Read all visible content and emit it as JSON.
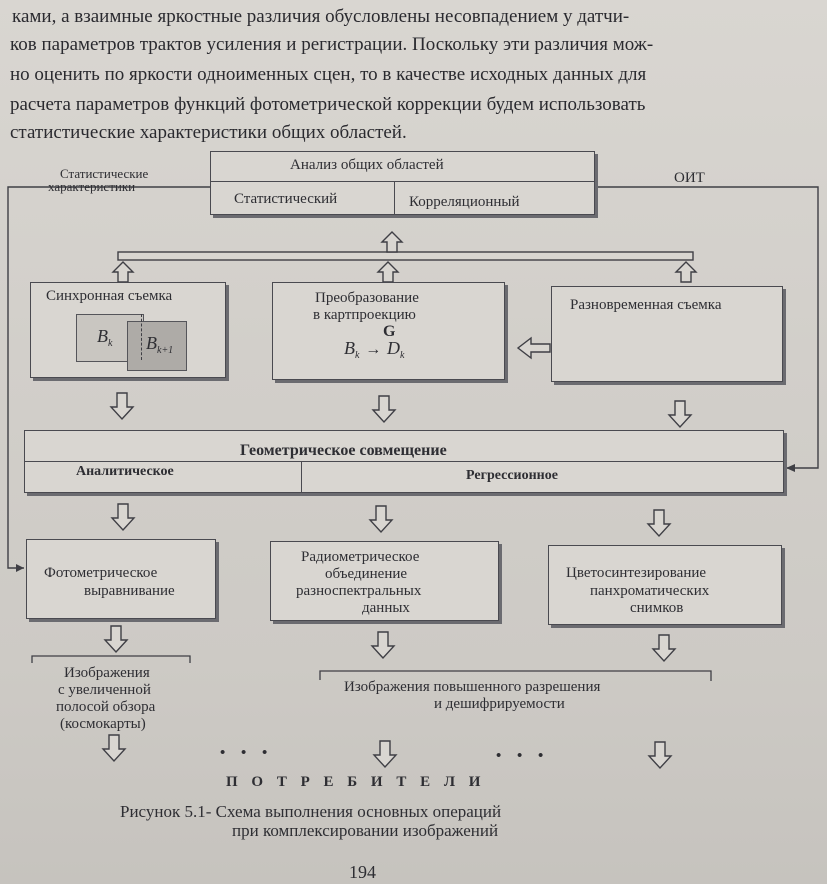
{
  "paragraph": {
    "lines": [
      "ками, а взаимные яркостные различия обусловлены несовпадением у датчи-",
      "ков параметров трактов усиления и регистрации. Поскольку эти различия мож-",
      "но оценить по яркости одноименных сцен, то в качестве исходных данных для",
      "расчета параметров функций фотометрической коррекции будем использовать",
      "статистические характеристики общих областей."
    ]
  },
  "diagram": {
    "analysis": {
      "title": "Анализ общих областей",
      "left": "Статистический",
      "right": "Корреляционный"
    },
    "stat_label": [
      "Статистические",
      "характеристики"
    ],
    "oit_label": "ОИТ",
    "sync": {
      "title": "Синхронная съемка",
      "bk": "B",
      "bk_sub": "k",
      "bk1": "B",
      "bk1_sub": "k+1"
    },
    "transform": {
      "line1": "Преобразование",
      "line2": "в картпроекцию",
      "g": "G",
      "b": "B",
      "b_sub": "k",
      "arrow": "→",
      "d": "D",
      "d_sub": "k"
    },
    "multitime": {
      "title": "Разновременная съемка"
    },
    "geometry": {
      "title": "Геометрическое совмещение",
      "left": "Аналитическое",
      "right": "Регрессионное"
    },
    "photometric": {
      "line1": "Фотометрическое",
      "line2": "выравнивание"
    },
    "radiometric": {
      "line1": "Радиометрическое",
      "line2": "объединение",
      "line3": "разноспектральных",
      "line4": "данных"
    },
    "color": {
      "line1": "Цветосинтезирование",
      "line2": "панхроматических",
      "line3": "снимков"
    },
    "out_left": [
      "Изображения",
      "с увеличенной",
      "полосой обзора",
      "(космокарты)"
    ],
    "out_right": [
      "Изображения повышенного разрешения",
      "и дешифрируемости"
    ],
    "dots1": "• • •",
    "dots2": "• • •",
    "consumers": "П О Т Р Е Б И Т Е Л И"
  },
  "caption": {
    "line1": "Рисунок 5.1- Схема выполнения основных операций",
    "line2": "при комплексировании изображений"
  },
  "page_number": "194"
}
